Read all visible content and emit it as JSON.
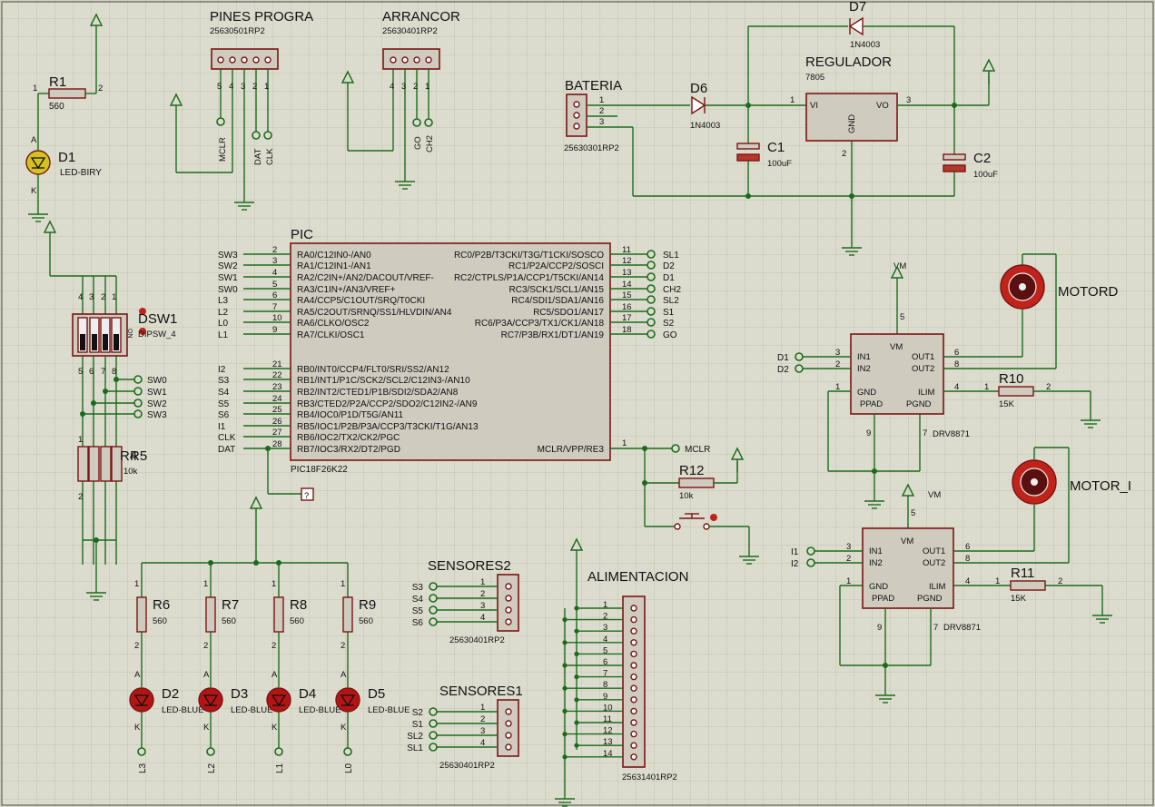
{
  "connectors": {
    "pines": {
      "title": "PINES PROGRA",
      "part": "25630501RP2",
      "pins": [
        "5",
        "4",
        "3",
        "2",
        "1"
      ],
      "nets": [
        "MCLR",
        "DAT",
        "CLK"
      ]
    },
    "arrancor": {
      "title": "ARRANCOR",
      "part": "25630401RP2",
      "pins": [
        "4",
        "3",
        "2",
        "1"
      ],
      "nets": [
        "GO",
        "CH2"
      ]
    },
    "bateria": {
      "title": "BATERIA",
      "part": "25630301RP2",
      "pins": [
        "1",
        "2",
        "3"
      ]
    },
    "sensores2": {
      "title": "SENSORES2",
      "part": "25630401RP2",
      "pins": [
        "1",
        "2",
        "3",
        "4"
      ],
      "nets": [
        "S3",
        "S4",
        "S5",
        "S6"
      ]
    },
    "sensores1": {
      "title": "SENSORES1",
      "part": "25630401RP2",
      "pins": [
        "1",
        "2",
        "3",
        "4"
      ],
      "nets": [
        "S2",
        "S1",
        "SL2",
        "SL1"
      ]
    },
    "alimentacion": {
      "title": "ALIMENTACION",
      "part": "25631401RP2",
      "pins": [
        "1",
        "2",
        "3",
        "4",
        "5",
        "6",
        "7",
        "8",
        "9",
        "10",
        "11",
        "12",
        "13",
        "14"
      ]
    }
  },
  "r1": {
    "ref": "R1",
    "value": "560",
    "p1": "2",
    "p2": "1"
  },
  "d1": {
    "ref": "D1",
    "value": "LED-BIRY",
    "a": "A",
    "k": "K"
  },
  "d6": {
    "ref": "D6",
    "value": "1N4003"
  },
  "d7": {
    "ref": "D7",
    "value": "1N4003"
  },
  "reg": {
    "title": "REGULADOR",
    "part": "7805",
    "vi": "VI",
    "vo": "VO",
    "gnd": "GND",
    "p1": "1",
    "p2": "2",
    "p3": "3"
  },
  "c1": {
    "ref": "C1",
    "value": "100uF"
  },
  "c2": {
    "ref": "C2",
    "value": "100uF"
  },
  "dsw": {
    "ref": "DSW1",
    "value": "DIPSW_4",
    "top_pins": [
      "4",
      "3",
      "2",
      "1"
    ],
    "bot_pins": [
      "5",
      "6",
      "7",
      "8"
    ],
    "on": "ON",
    "nets": [
      "SW0",
      "SW1",
      "SW2",
      "SW3"
    ]
  },
  "rp": {
    "ref1": "R4",
    "ref2": "R5",
    "value": "10k",
    "p": "1",
    "p2": "2"
  },
  "pic": {
    "title": "PIC",
    "part": "PIC18F26K22",
    "left": [
      {
        "net": "SW3",
        "pin": "2",
        "name": "RA0/C12IN0-/AN0"
      },
      {
        "net": "SW2",
        "pin": "3",
        "name": "RA1/C12IN1-/AN1"
      },
      {
        "net": "SW1",
        "pin": "4",
        "name": "RA2/C2IN+/AN2/DACOUT/VREF-"
      },
      {
        "net": "SW0",
        "pin": "5",
        "name": "RA3/C1IN+/AN3/VREF+"
      },
      {
        "net": "L3",
        "pin": "6",
        "name": "RA4/CCP5/C1OUT/SRQ/T0CKI"
      },
      {
        "net": "L2",
        "pin": "7",
        "name": "RA5/C2OUT/SRNQ/SS1/HLVDIN/AN4"
      },
      {
        "net": "L0",
        "pin": "10",
        "name": "RA6/CLKO/OSC2"
      },
      {
        "net": "L1",
        "pin": "9",
        "name": "RA7/CLKI/OSC1"
      },
      {
        "net": "I2",
        "pin": "21",
        "name": "RB0/INT0/CCP4/FLT0/SRI/SS2/AN12"
      },
      {
        "net": "S3",
        "pin": "22",
        "name": "RB1/INT1/P1C/SCK2/SCL2/C12IN3-/AN10"
      },
      {
        "net": "S4",
        "pin": "23",
        "name": "RB2/INT2/CTED1/P1B/SDI2/SDA2/AN8"
      },
      {
        "net": "S5",
        "pin": "24",
        "name": "RB3/CTED2/P2A/CCP2/SDO2/C12IN2-/AN9"
      },
      {
        "net": "S6",
        "pin": "25",
        "name": "RB4/IOC0/P1D/T5G/AN11"
      },
      {
        "net": "I1",
        "pin": "26",
        "name": "RB5/IOC1/P2B/P3A/CCP3/T3CKI/T1G/AN13"
      },
      {
        "net": "CLK",
        "pin": "27",
        "name": "RB6/IOC2/TX2/CK2/PGC"
      },
      {
        "net": "DAT",
        "pin": "28",
        "name": "RB7/IOC3/RX2/DT2/PGD"
      }
    ],
    "right": [
      {
        "net": "SL1",
        "pin": "11",
        "name": "RC0/P2B/T3CKI/T3G/T1CKI/SOSCO"
      },
      {
        "net": "D2",
        "pin": "12",
        "name": "RC1/P2A/CCP2/SOSCI"
      },
      {
        "net": "D1",
        "pin": "13",
        "name": "RC2/CTPLS/P1A/CCP1/T5CKI/AN14"
      },
      {
        "net": "CH2",
        "pin": "14",
        "name": "RC3/SCK1/SCL1/AN15"
      },
      {
        "net": "SL2",
        "pin": "15",
        "name": "RC4/SDI1/SDA1/AN16"
      },
      {
        "net": "S1",
        "pin": "16",
        "name": "RC5/SDO1/AN17"
      },
      {
        "net": "S2",
        "pin": "17",
        "name": "RC6/P3A/CCP3/TX1/CK1/AN18"
      },
      {
        "net": "GO",
        "pin": "18",
        "name": "RC7/P3B/RX1/DT1/AN19"
      }
    ],
    "mclr": {
      "net": "MCLR",
      "pin": "1",
      "name": "MCLR/VPP/RE3"
    },
    "probe": "?"
  },
  "r12": {
    "ref": "R12",
    "value": "10k"
  },
  "drv1": {
    "vm_net": "VM",
    "in_nets": [
      "D1",
      "D2"
    ],
    "pins": {
      "in1": "3",
      "in2": "2",
      "vm": "5",
      "out1": "6",
      "out2": "8",
      "gnd": "1",
      "ilim": "4",
      "p9": "9",
      "p7": "7"
    },
    "part": "DRV8871",
    "labels": {
      "vm": "VM",
      "in1": "IN1",
      "in2": "IN2",
      "out1": "OUT1",
      "out2": "OUT2",
      "gnd": "GND",
      "ilim": "ILIM",
      "ppad": "PPAD",
      "pgnd": "PGND"
    },
    "motor": "MOTORD",
    "r": {
      "ref": "R10",
      "value": "15K",
      "p1": "1",
      "p2": "2"
    }
  },
  "drv2": {
    "vm_net": "VM",
    "in_nets": [
      "I1",
      "I2"
    ],
    "part": "DRV8871",
    "motor": "MOTOR_I",
    "r": {
      "ref": "R11",
      "value": "15K",
      "p1": "1",
      "p2": "2"
    }
  },
  "leds": [
    {
      "r": "R6",
      "rv": "560",
      "d": "D2",
      "dv": "LED-BLUE",
      "net": "L3"
    },
    {
      "r": "R7",
      "rv": "560",
      "d": "D3",
      "dv": "LED-BLUE",
      "net": "L2"
    },
    {
      "r": "R8",
      "rv": "560",
      "d": "D4",
      "dv": "LED-BLUE",
      "net": "L1"
    },
    {
      "r": "R9",
      "rv": "560",
      "d": "D5",
      "dv": "LED-BLUE",
      "net": "L0"
    }
  ],
  "led_pins": {
    "p1": "1",
    "p2": "2",
    "a": "A",
    "k": "K"
  },
  "colors": {
    "wire": "#1c6b1c",
    "component": "#7a1414",
    "body": "#cfcbbf",
    "grid": "#c3c3b3"
  }
}
